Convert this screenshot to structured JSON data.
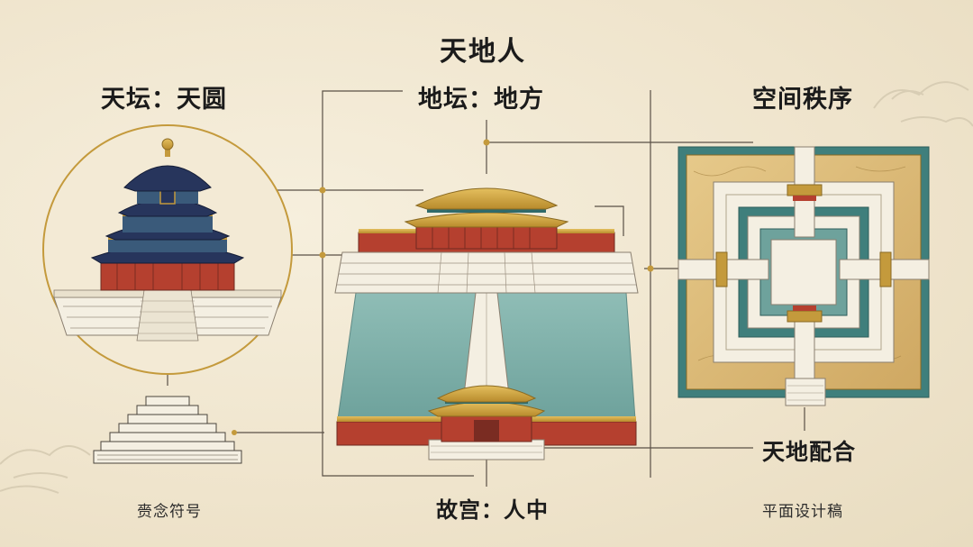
{
  "title": "天地人",
  "labels": {
    "heaven": "天坛：天圆",
    "earth": "地坛：地方",
    "order": "空间秩序",
    "harmony": "天地配合",
    "palace": "故宫：人中"
  },
  "captions": {
    "symbol": "赍念符号",
    "plan": "平面设计稿"
  },
  "colors": {
    "line": "#5a5046",
    "gold": "#c49a3c",
    "red": "#b5402f",
    "roof_blue": "#27355c",
    "teal": "#7fb0ab",
    "stone": "#f4efe2"
  }
}
